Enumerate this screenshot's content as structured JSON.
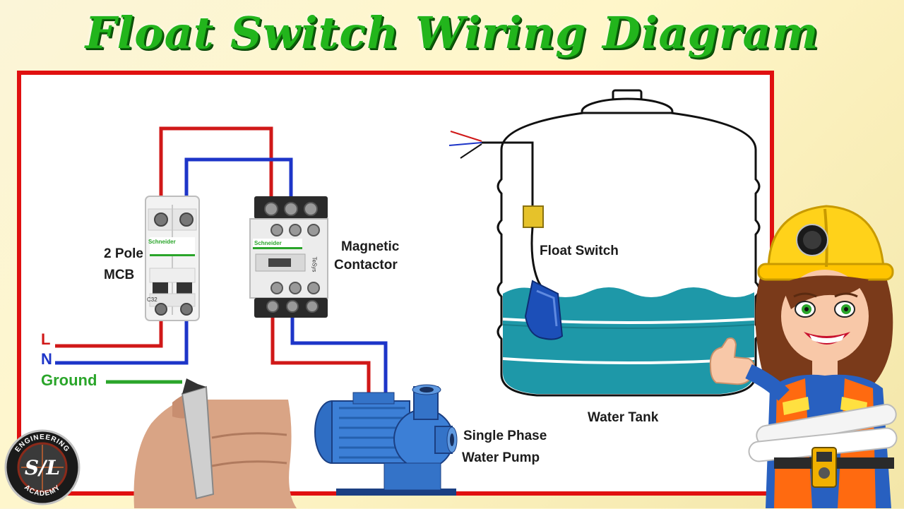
{
  "title": "Float Switch Wiring Diagram",
  "labels": {
    "mcb_line1": "2 Pole",
    "mcb_line2": "MCB",
    "contactor_line1": "Magnetic",
    "contactor_line2": "Contactor",
    "float_switch": "Float Switch",
    "water_tank": "Water Tank",
    "pump_line1": "Single Phase",
    "pump_line2": "Water Pump",
    "line": "L",
    "neutral": "N",
    "ground": "Ground"
  },
  "device_text": {
    "mcb_brand": "Schneider",
    "mcb_rating": "C32",
    "contactor_brand": "Schneider",
    "contactor_model": "TeSys"
  },
  "logo": {
    "initials": "S/L",
    "top_text": "ENGINEERING",
    "bottom_text": "ACADEMY"
  },
  "colors": {
    "live_wire": "#d01818",
    "neutral_wire": "#1d35c8",
    "ground_wire": "#2aa52a",
    "frame_border": "#e01010",
    "title_green": "#22b51c",
    "water": "#1e98a8"
  }
}
